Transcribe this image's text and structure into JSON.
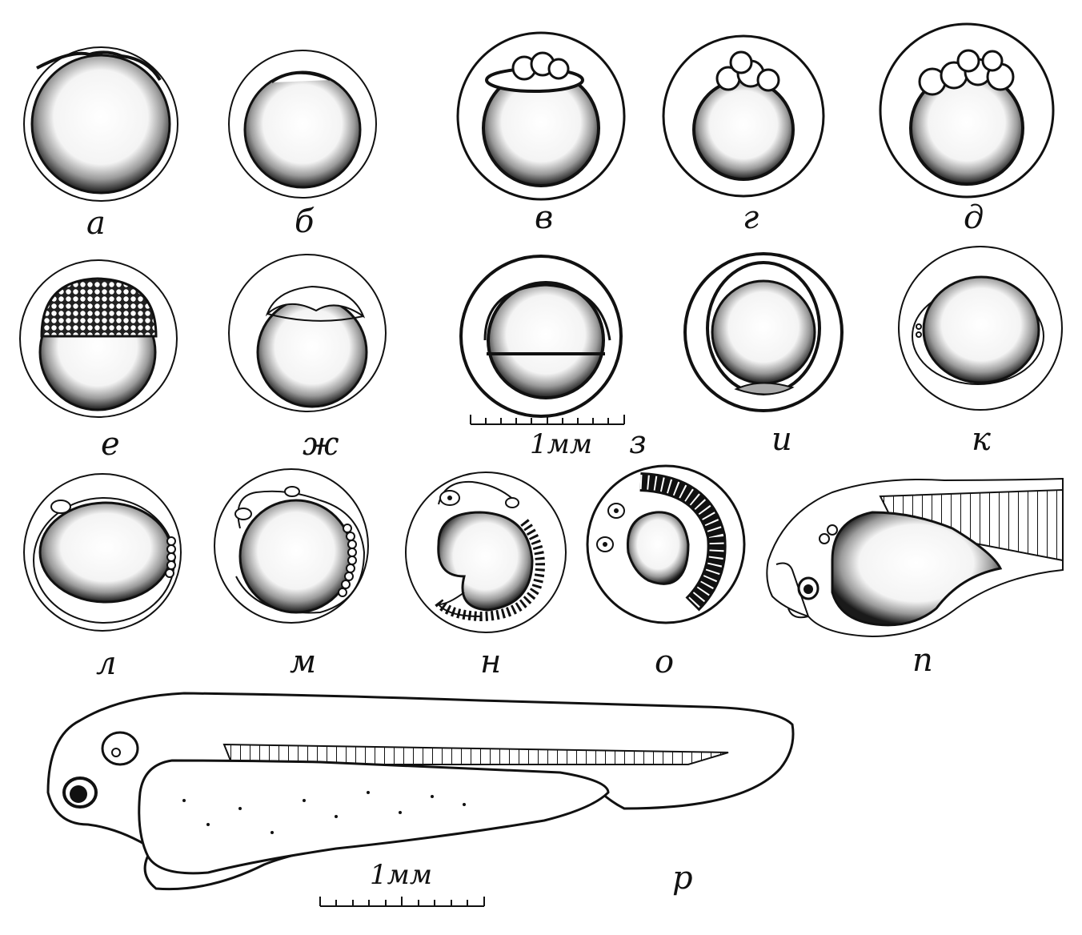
{
  "stage_labels": [
    "а",
    "б",
    "в",
    "г",
    "д",
    "е",
    "ж",
    "з",
    "и",
    "к",
    "л",
    "м",
    "н",
    "о",
    "п",
    "р"
  ],
  "scale_bars": {
    "top": "1мм",
    "bottom": "1мм"
  },
  "colors": {
    "ink": "#111111",
    "paper": "#ffffff"
  }
}
